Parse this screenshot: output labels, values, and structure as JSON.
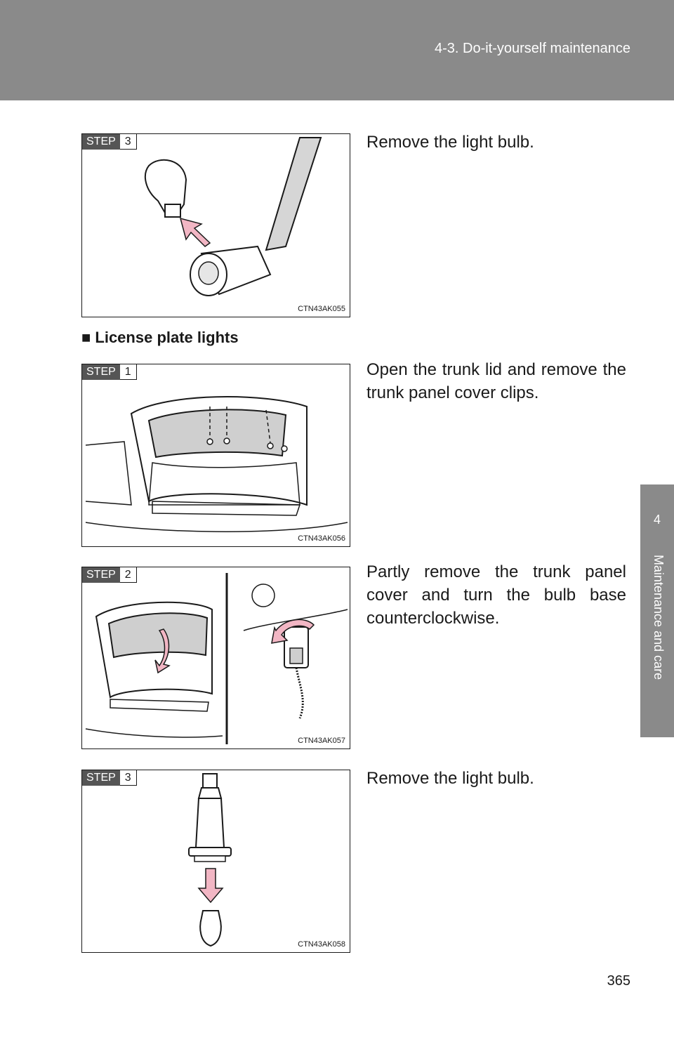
{
  "header": {
    "title": "4-3. Do-it-yourself maintenance"
  },
  "side_tab": {
    "chapter_number": "4",
    "chapter_label": "Maintenance and care"
  },
  "steps": [
    {
      "step_label": "STEP",
      "step_number": "3",
      "figure_code": "CTN43AK055",
      "text": "Remove the light bulb."
    },
    {
      "step_label": "STEP",
      "step_number": "1",
      "figure_code": "CTN43AK056",
      "text": "Open the trunk lid and remove the trunk panel cover clips."
    },
    {
      "step_label": "STEP",
      "step_number": "2",
      "figure_code": "CTN43AK057",
      "text": "Partly remove the trunk panel cover and turn the bulb base counterclockwise."
    },
    {
      "step_label": "STEP",
      "step_number": "3",
      "figure_code": "CTN43AK058",
      "text": "Remove the light bulb."
    }
  ],
  "section": {
    "heading": "■ License plate lights"
  },
  "page": {
    "number": "365"
  },
  "colors": {
    "header_gray": "#8a8a8a",
    "arrow_pink": "#f2b6c4",
    "panel_gray": "#cfcfcf"
  }
}
